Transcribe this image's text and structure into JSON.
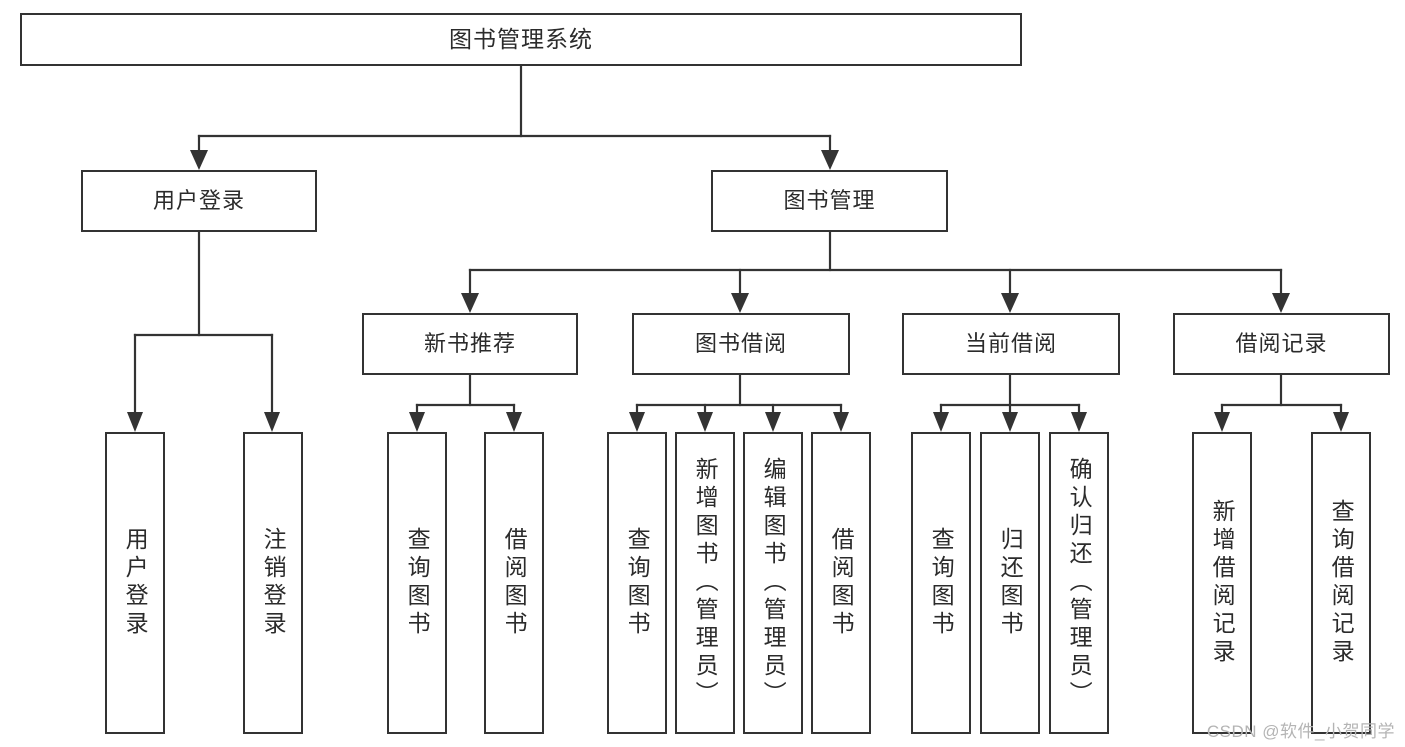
{
  "diagram": {
    "title": "图书管理系统",
    "type": "tree-hierarchy-chart",
    "orientation": "top-down",
    "colors": {
      "box_border": "#333333",
      "box_fill": "#ffffff",
      "connector": "#333333",
      "text": "#2b2b2b",
      "watermark": "#b4b4b4",
      "background": "#ffffff"
    },
    "root": {
      "label": "图书管理系统"
    },
    "level1": [
      {
        "label": "用户登录"
      },
      {
        "label": "图书管理"
      }
    ],
    "level2": [
      {
        "label": "新书推荐"
      },
      {
        "label": "图书借阅"
      },
      {
        "label": "当前借阅"
      },
      {
        "label": "借阅记录"
      }
    ],
    "leaves": {
      "user_login": [
        {
          "label": "用户登录"
        },
        {
          "label": "注销登录"
        }
      ],
      "new_book_recommend": [
        {
          "label": "查询图书"
        },
        {
          "label": "借阅图书"
        }
      ],
      "book_borrow": [
        {
          "label": "查询图书"
        },
        {
          "label": "新增图书（管理员）"
        },
        {
          "label": "编辑图书（管理员）"
        },
        {
          "label": "借阅图书"
        }
      ],
      "current_borrow": [
        {
          "label": "查询图书"
        },
        {
          "label": "归还图书"
        },
        {
          "label": "确认归还（管理员）"
        }
      ],
      "borrow_record": [
        {
          "label": "新增借阅记录"
        },
        {
          "label": "查询借阅记录"
        }
      ]
    }
  },
  "watermark": {
    "text": "CSDN @软件_小贺同学"
  }
}
